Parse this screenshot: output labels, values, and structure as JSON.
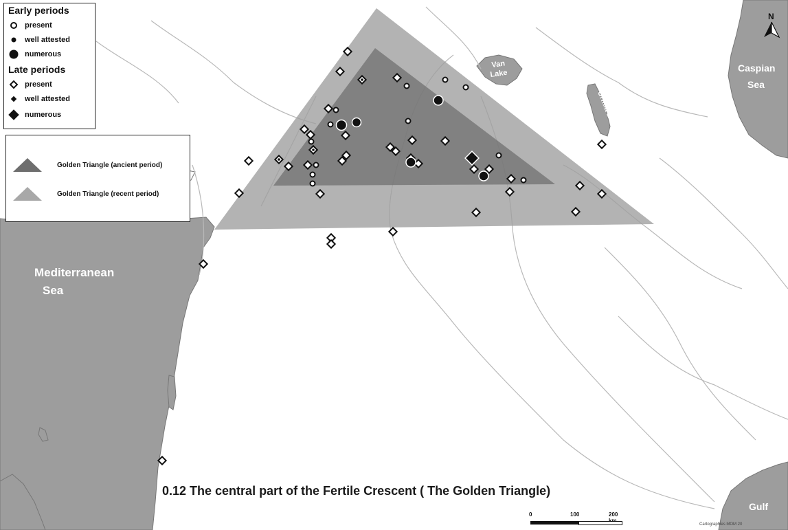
{
  "map": {
    "water_labels": {
      "mediterranean": "Mediterranean",
      "sea": "Sea",
      "caspian": "Caspian",
      "caspian_sea": "Sea",
      "gulf": "Gulf",
      "van": "Van",
      "van_lake": "Lake",
      "urmia": "Urmia Lake"
    },
    "colors": {
      "water": "#9d9d9d",
      "land": "#ffffff",
      "rivers": "#b9b9b9",
      "triangle_recent": "#9e9e9e",
      "triangle_ancient": "#6e6e6e"
    }
  },
  "legend_sites": {
    "early_heading": "Early periods",
    "late_heading": "Late periods",
    "early_items": [
      "present",
      "well attested",
      "numerous"
    ],
    "late_items": [
      "present",
      "well attested",
      "numerous"
    ]
  },
  "legend_triangles": {
    "ancient": "Golden Triangle (ancient period)",
    "recent": "Golden Triangle (recent period)"
  },
  "caption": "0.12  The central part of the Fertile Crescent ( The Golden Triangle)",
  "scale": {
    "ticks": [
      "0",
      "100",
      "200 km"
    ]
  },
  "credit": "Cartographies MOM 20",
  "north_label": "N"
}
